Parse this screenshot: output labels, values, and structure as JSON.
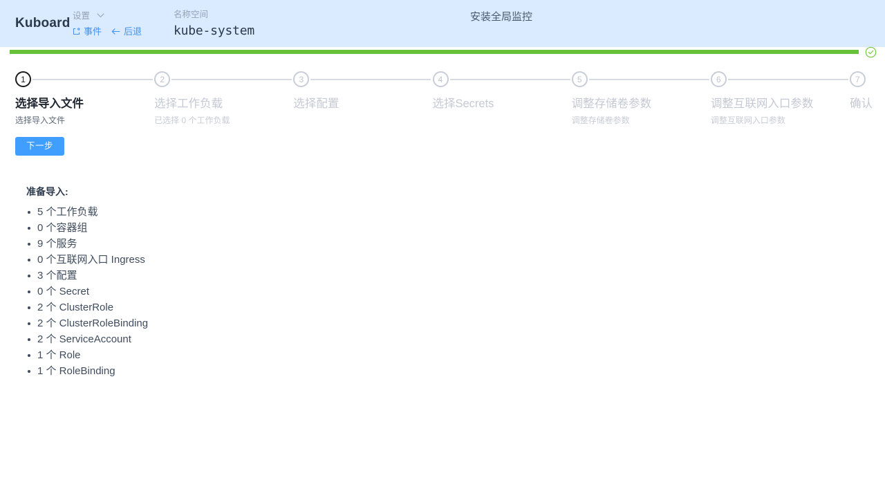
{
  "header": {
    "brand": "Kuboard",
    "settings_label": "设置",
    "chevron_icon": "chevron-down-icon",
    "links": [
      {
        "label": "事件",
        "icon": "external-link-icon"
      },
      {
        "label": "后退",
        "icon": "arrow-left-icon"
      }
    ],
    "namespace_caption": "名称空间",
    "namespace_value": "kube-system",
    "page_title": "安装全局监控",
    "background_color": "#daeaff"
  },
  "progress": {
    "percent": 100,
    "color": "#67c23a",
    "status_icon": "check-circle-icon",
    "status_color": "#67c23a"
  },
  "stepper": {
    "active_index": 1,
    "steps": [
      {
        "number": "1",
        "title": "选择导入文件",
        "desc": "选择导入文件"
      },
      {
        "number": "2",
        "title": "选择工作负载",
        "desc": "已选择 0 个工作负载"
      },
      {
        "number": "3",
        "title": "选择配置",
        "desc": ""
      },
      {
        "number": "4",
        "title": "选择Secrets",
        "desc": ""
      },
      {
        "number": "5",
        "title": "调整存储卷参数",
        "desc": "调整存储卷参数"
      },
      {
        "number": "6",
        "title": "调整互联网入口参数",
        "desc": "调整互联网入口参数"
      },
      {
        "number": "7",
        "title": "确认",
        "desc": ""
      }
    ]
  },
  "main": {
    "next_button_label": "下一步",
    "summary_title": "准备导入:",
    "summary_items": [
      "5 个工作负载",
      "0 个容器组",
      "9 个服务",
      "0 个互联网入口 Ingress",
      "3 个配置",
      "0 个 Secret",
      "2 个 ClusterRole",
      "2 个 ClusterRoleBinding",
      "2 个 ServiceAccount",
      "1 个 Role",
      "1 个 RoleBinding"
    ]
  },
  "colors": {
    "accent_blue": "#409eff",
    "link_blue": "#3f92f5",
    "success_green": "#67c23a",
    "header_bg": "#daeaff"
  }
}
